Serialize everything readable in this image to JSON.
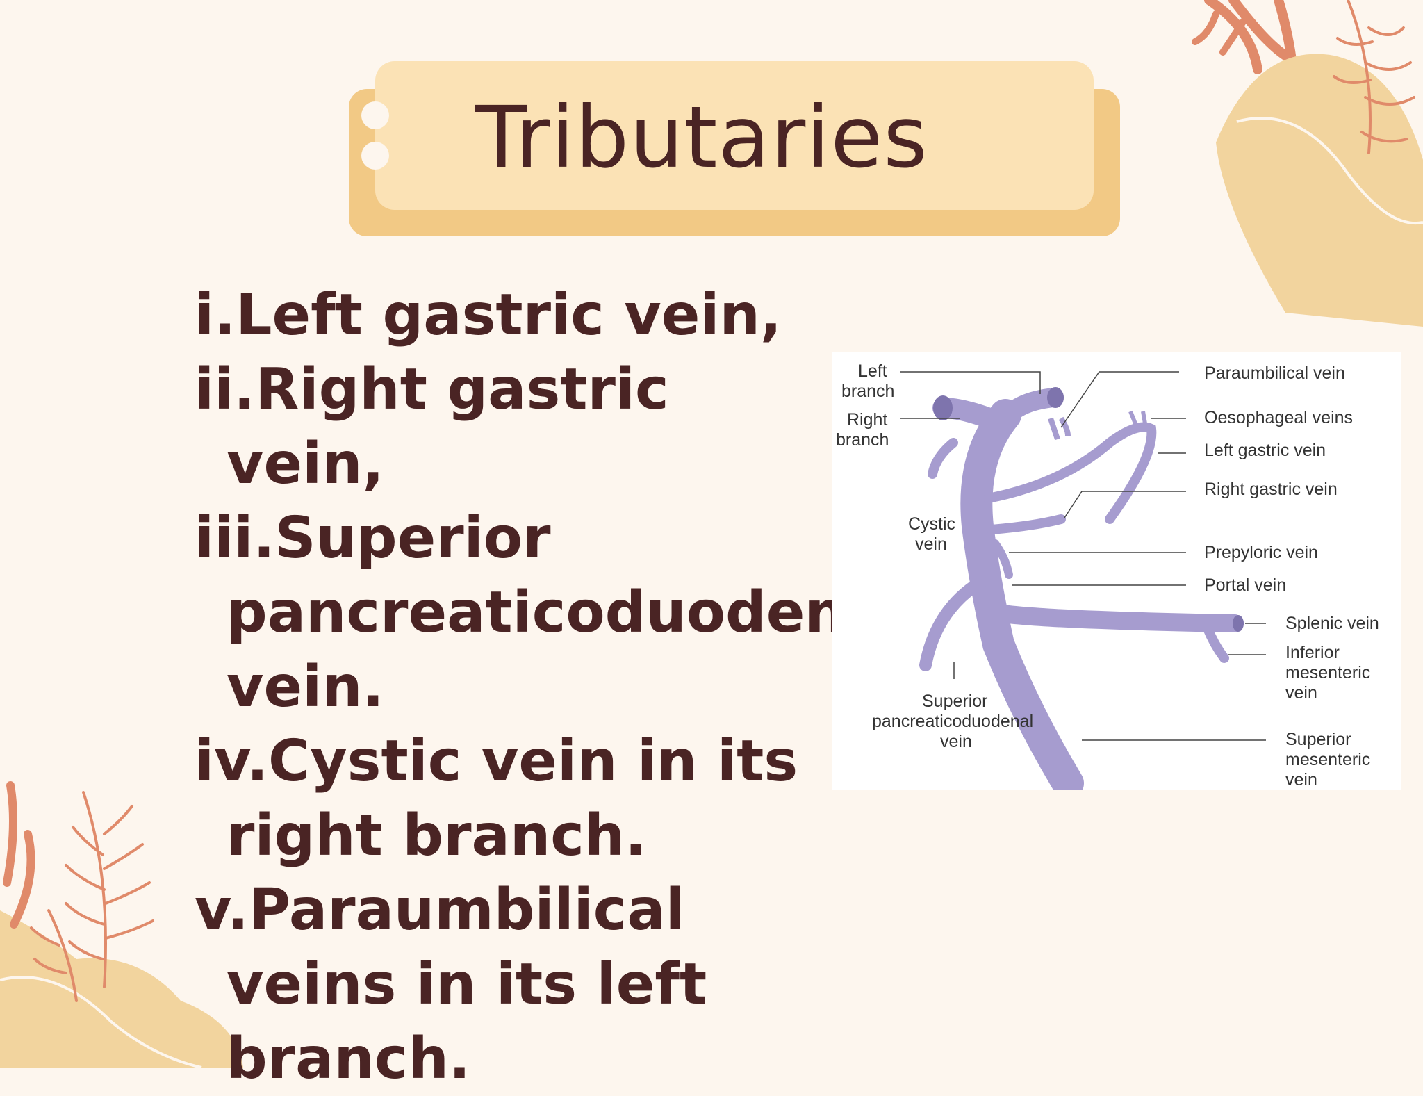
{
  "slide": {
    "title": "Tributaries",
    "items": [
      "i.Left gastric vein,",
      "ii.Right gastric vein,",
      "iii.Superior pancreaticoduodenal vein.",
      "iv.Cystic vein in its right branch.",
      "v.Paraumbilical veins in its left branch."
    ]
  },
  "diagram": {
    "labels": {
      "left_branch": [
        "Left",
        "branch"
      ],
      "right_branch": [
        "Right",
        "branch"
      ],
      "cystic_vein": [
        "Cystic",
        "vein"
      ],
      "superior_pancreaticoduodenal_vein": [
        "Superior",
        "pancreaticoduodenal",
        "vein"
      ],
      "paraumbilical_vein": "Paraumbilical vein",
      "oesophageal_veins": "Oesophageal veins",
      "left_gastric_vein": "Left gastric vein",
      "right_gastric_vein": "Right gastric vein",
      "prepyloric_vein": "Prepyloric vein",
      "portal_vein": "Portal vein",
      "splenic_vein": "Splenic vein",
      "inferior_mesenteric_vein": [
        "Inferior",
        "mesenteric",
        "vein"
      ],
      "superior_mesenteric_vein": [
        "Superior",
        "mesenteric",
        "vein"
      ]
    }
  },
  "colors": {
    "background": "#fdf6ee",
    "title_box": "#fbe2b5",
    "title_box_shadow": "#f2c985",
    "text": "#4a2424",
    "vein": "#a69ccf",
    "leaf": "#e08a6a",
    "blob": "#f2d49e"
  }
}
